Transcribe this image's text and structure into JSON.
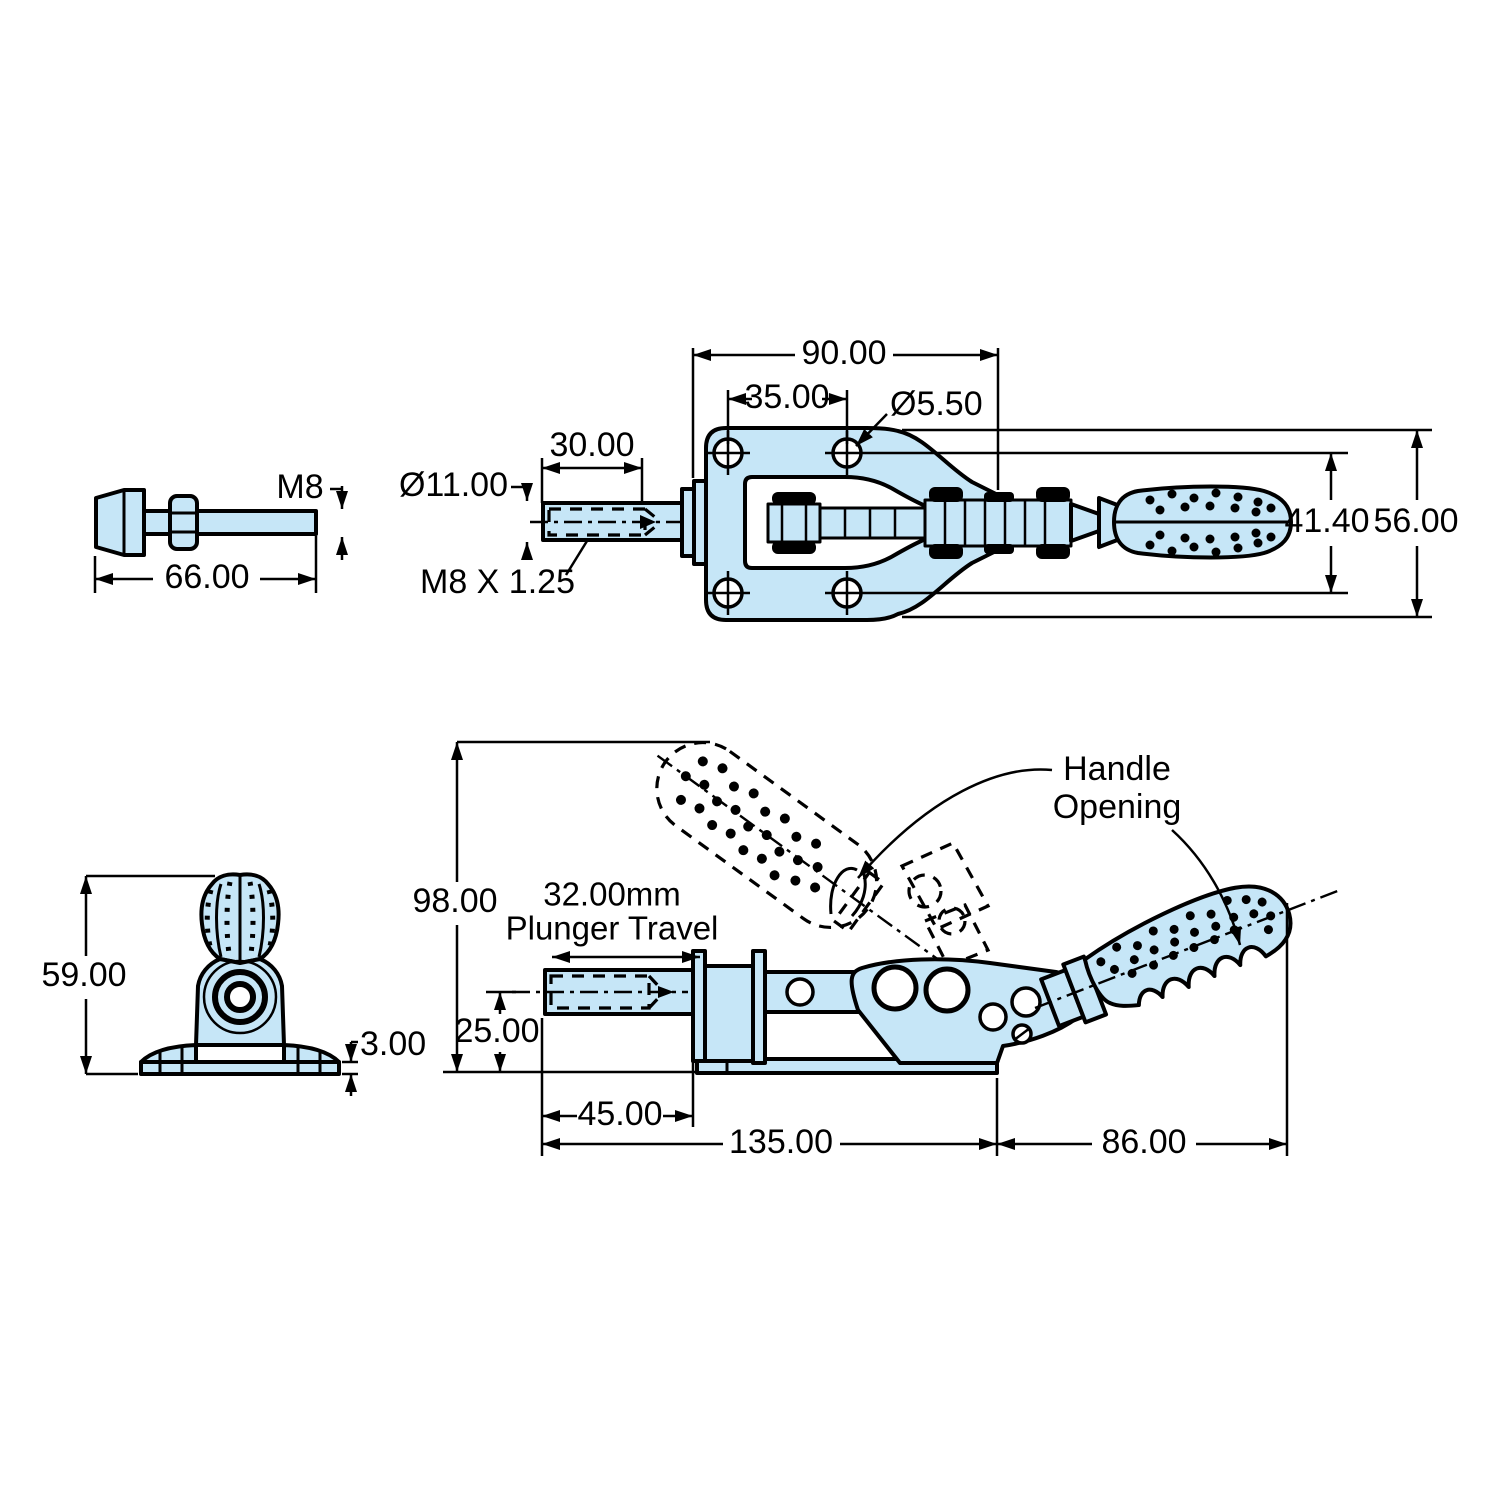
{
  "views": {
    "spindle": {
      "thread_label": "M8",
      "overall_length": "66.00"
    },
    "top": {
      "mount_hole_span": "90.00",
      "hole_spacing": "35.00",
      "hole_diameter": "Ø5.50",
      "plunger_thread_length": "30.00",
      "plunger_diameter": "Ø11.00",
      "thread_spec": "M8 X 1.25",
      "inner_width": "41.40",
      "overall_width": "56.00"
    },
    "end": {
      "overall_height": "59.00",
      "base_thickness": "3.00"
    },
    "side": {
      "open_height": "98.00",
      "travel_value": "32.00mm",
      "travel_label": "Plunger Travel",
      "plunger_center_height": "25.00",
      "plunger_length": "45.00",
      "body_length": "135.00",
      "handle_length": "86.00",
      "callout_line1": "Handle",
      "callout_line2": "Opening"
    }
  },
  "colors": {
    "part_fill": "#c6e6f7",
    "line": "#000000",
    "background": "#ffffff"
  }
}
